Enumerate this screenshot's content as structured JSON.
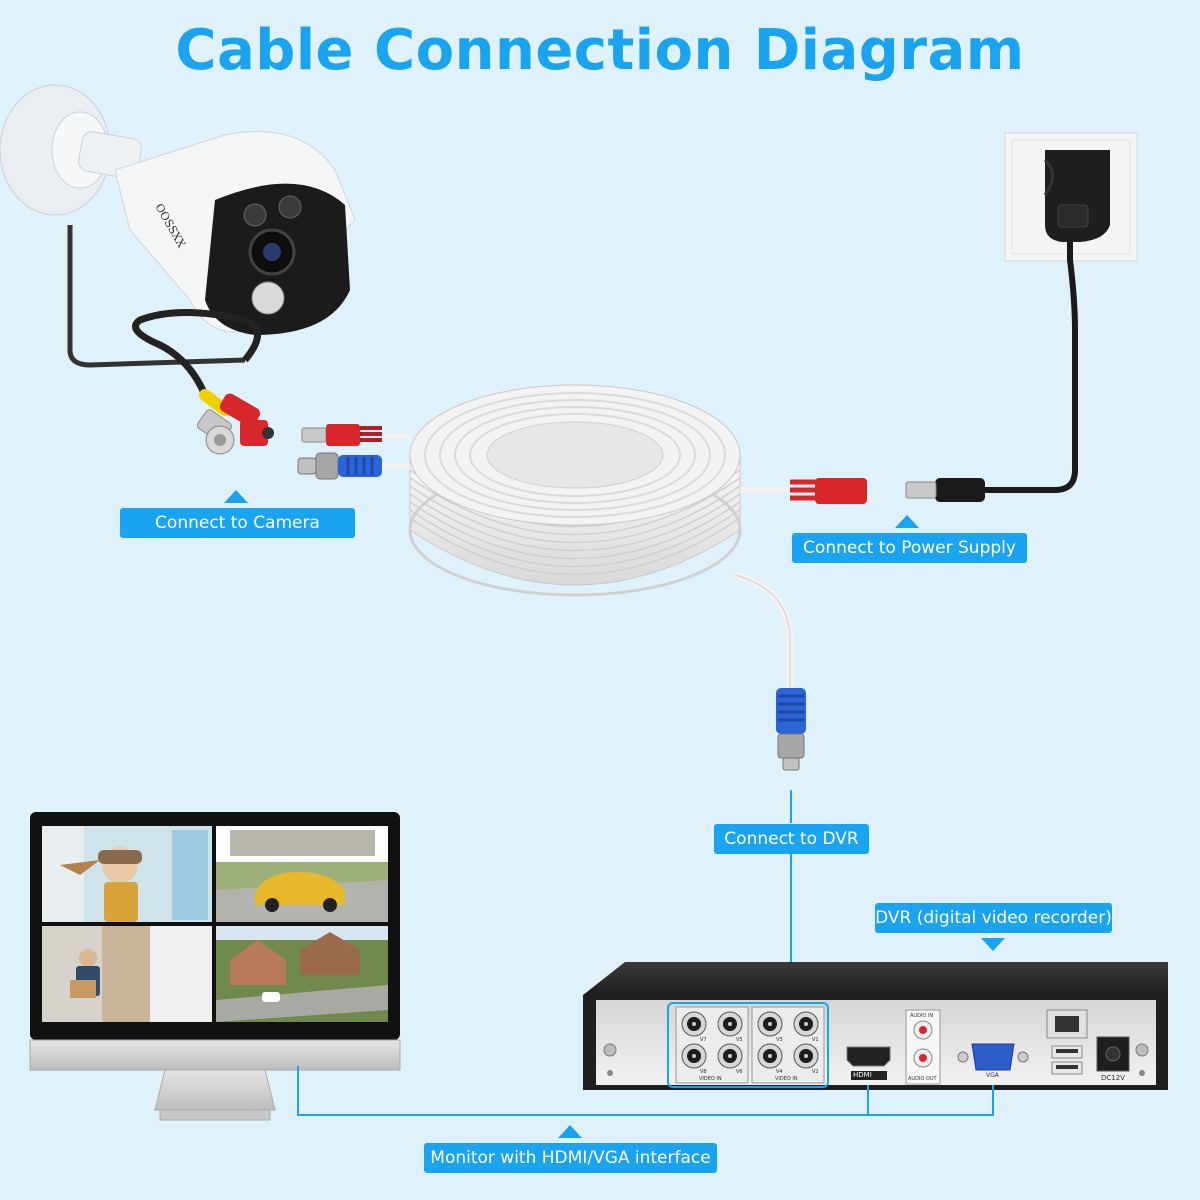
{
  "title": "Cable Connection Diagram",
  "labels": {
    "camera": "Connect to Camera",
    "power": "Connect to Power Supply",
    "dvr": "Connect to DVR",
    "dvr_device": "DVR (digital video recorder)",
    "monitor": "Monitor with HDMI/VGA interface"
  },
  "camera_brand": "OOSSXX",
  "dvr_panel": {
    "hdmi": "HDMI",
    "vga": "VGA",
    "dc": "DC12V",
    "video_in": "VIDEO IN",
    "audio_in": "AUDIO IN",
    "audio_out": "AUDIO OUT",
    "ports_left": [
      "V7",
      "V5",
      "V8",
      "V6"
    ],
    "ports_right": [
      "V3",
      "V1",
      "V4",
      "V2"
    ]
  },
  "colors": {
    "accent": "#1aa3ee",
    "background": "#dff1fb",
    "connector_red": "#d9262b",
    "connector_blue": "#2c63d6"
  }
}
